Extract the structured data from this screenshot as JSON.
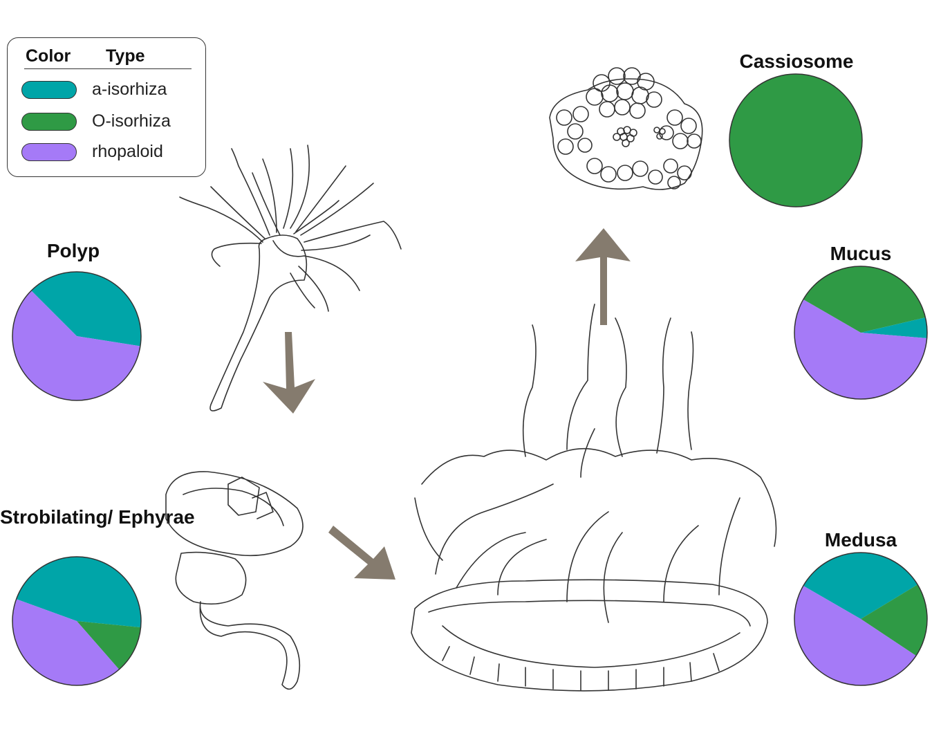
{
  "legend": {
    "header_color": "Color",
    "header_type": "Type",
    "items": [
      {
        "label": "a-isorhiza",
        "color": "#00a5a8"
      },
      {
        "label": "O-isorhiza",
        "color": "#2f9a45"
      },
      {
        "label": "rhopaloid",
        "color": "#a57af7"
      }
    ]
  },
  "chart_data": [
    {
      "type": "pie",
      "title": "Polyp",
      "labels": [
        "a-isorhiza",
        "rhopaloid"
      ],
      "values": [
        40,
        60
      ],
      "colors": [
        "#00a5a8",
        "#a57af7"
      ]
    },
    {
      "type": "pie",
      "title": "Strobilating/ Ephyrae",
      "labels": [
        "a-isorhiza",
        "O-isorhiza",
        "rhopaloid"
      ],
      "values": [
        46,
        12,
        42
      ],
      "colors": [
        "#00a5a8",
        "#2f9a45",
        "#a57af7"
      ]
    },
    {
      "type": "pie",
      "title": "Cassiosome",
      "labels": [
        "O-isorhiza"
      ],
      "values": [
        100
      ],
      "colors": [
        "#2f9a45"
      ]
    },
    {
      "type": "pie",
      "title": "Mucus",
      "labels": [
        "O-isorhiza",
        "a-isorhiza",
        "rhopaloid"
      ],
      "values": [
        38,
        5,
        57
      ],
      "colors": [
        "#2f9a45",
        "#00a5a8",
        "#a57af7"
      ]
    },
    {
      "type": "pie",
      "title": "Medusa",
      "labels": [
        "a-isorhiza",
        "O-isorhiza",
        "rhopaloid"
      ],
      "values": [
        33,
        18,
        49
      ],
      "colors": [
        "#00a5a8",
        "#2f9a45",
        "#a57af7"
      ]
    }
  ]
}
